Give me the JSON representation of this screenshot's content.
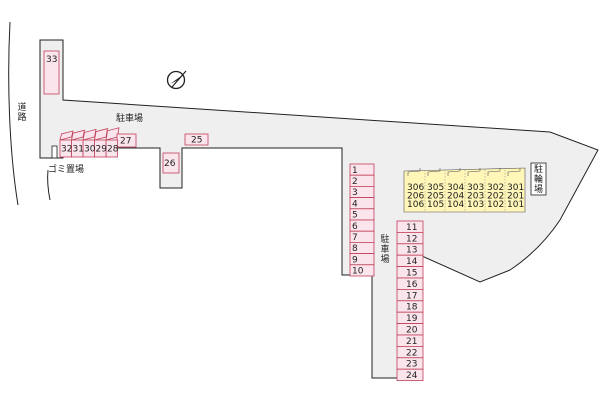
{
  "map": {
    "colors": {
      "lot_fill": "#fbe5ec",
      "lot_stroke": "#c0405a",
      "area_fill": "#efefef",
      "building_fill": "#fff6b8",
      "outline": "#222222"
    },
    "labels": {
      "road": "道路",
      "parking_top": "駐車場",
      "parking_right": "駐車場",
      "garbage": "ゴミ置場",
      "bicycle": "駐輪場"
    },
    "icons": [
      "compass-icon"
    ],
    "parking_lots": [
      {
        "id": "1",
        "group": "column-left"
      },
      {
        "id": "2",
        "group": "column-left"
      },
      {
        "id": "3",
        "group": "column-left"
      },
      {
        "id": "4",
        "group": "column-left"
      },
      {
        "id": "5",
        "group": "column-left"
      },
      {
        "id": "6",
        "group": "column-left"
      },
      {
        "id": "7",
        "group": "column-left"
      },
      {
        "id": "8",
        "group": "column-left"
      },
      {
        "id": "9",
        "group": "column-left"
      },
      {
        "id": "10",
        "group": "column-left"
      },
      {
        "id": "11",
        "group": "column-right"
      },
      {
        "id": "12",
        "group": "column-right"
      },
      {
        "id": "13",
        "group": "column-right"
      },
      {
        "id": "14",
        "group": "column-right"
      },
      {
        "id": "15",
        "group": "column-right"
      },
      {
        "id": "16",
        "group": "column-right"
      },
      {
        "id": "17",
        "group": "column-right"
      },
      {
        "id": "18",
        "group": "column-right"
      },
      {
        "id": "19",
        "group": "column-right"
      },
      {
        "id": "20",
        "group": "column-right"
      },
      {
        "id": "21",
        "group": "column-right"
      },
      {
        "id": "22",
        "group": "column-right"
      },
      {
        "id": "23",
        "group": "column-right"
      },
      {
        "id": "24",
        "group": "column-right"
      },
      {
        "id": "25",
        "group": "single"
      },
      {
        "id": "26",
        "group": "single"
      },
      {
        "id": "27",
        "group": "row-top"
      },
      {
        "id": "28",
        "group": "row-top"
      },
      {
        "id": "29",
        "group": "row-top"
      },
      {
        "id": "30",
        "group": "row-top"
      },
      {
        "id": "31",
        "group": "row-top"
      },
      {
        "id": "32",
        "group": "row-top"
      },
      {
        "id": "33",
        "group": "single"
      }
    ],
    "building_units": [
      {
        "id": "unit-col-1",
        "rooms": [
          "306",
          "206",
          "106"
        ]
      },
      {
        "id": "unit-col-2",
        "rooms": [
          "305",
          "205",
          "105"
        ]
      },
      {
        "id": "unit-col-3",
        "rooms": [
          "304",
          "204",
          "104"
        ]
      },
      {
        "id": "unit-col-4",
        "rooms": [
          "303",
          "203",
          "103"
        ]
      },
      {
        "id": "unit-col-5",
        "rooms": [
          "302",
          "202",
          "102"
        ]
      },
      {
        "id": "unit-col-6",
        "rooms": [
          "301",
          "201",
          "101"
        ]
      }
    ]
  }
}
